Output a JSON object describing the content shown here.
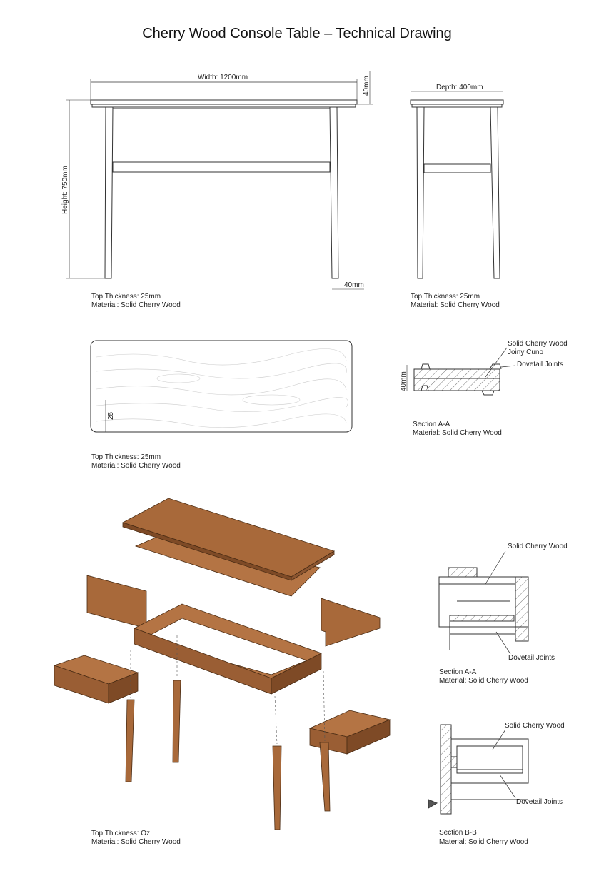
{
  "title": "Cherry Wood Console Table – Technical Drawing",
  "front_view": {
    "width_label": "Width: 1200mm",
    "height_label": "Height: 750mm",
    "top_label": "40mm",
    "leg_label": "40mm",
    "note_thickness": "Top Thickness: 25mm",
    "note_material": "Material: Solid Cherry Wood"
  },
  "side_view": {
    "depth_label": "Depth: 400mm",
    "note_thickness": "Top Thickness: 25mm",
    "note_material": "Material: Solid Cherry Wood"
  },
  "top_view": {
    "dim_label": "25",
    "note_thickness": "Top Thickness: 25mm",
    "note_material": "Material: Solid Cherry Wood"
  },
  "section_top": {
    "callout_wood": "Solid Cherry Wood",
    "callout_joinery": "Joiny Cuno",
    "callout_joints": "Dovetail Joints",
    "dim_label": "40mm",
    "title": "Section A-A",
    "material": "Material: Solid Cherry Wood"
  },
  "exploded": {
    "note_thickness": "Top Thickness: Oz",
    "note_material": "Material: Solid Cherry Wood"
  },
  "section_a": {
    "callout_wood": "Solid Cherry Wood",
    "callout_joints": "Dovetail Joints",
    "title": "Section A-A",
    "material": "Material: Solid Cherry Wood"
  },
  "section_b": {
    "callout_wood": "Solid Cherry Wood",
    "callout_joints": "Dovetail Joints",
    "title": "Section B-B",
    "material": "Material: Solid Cherry Wood"
  },
  "colors": {
    "wood": "#a8693a",
    "wood_dark": "#7e4a26",
    "wood_light": "#c08050",
    "line": "#333333"
  }
}
